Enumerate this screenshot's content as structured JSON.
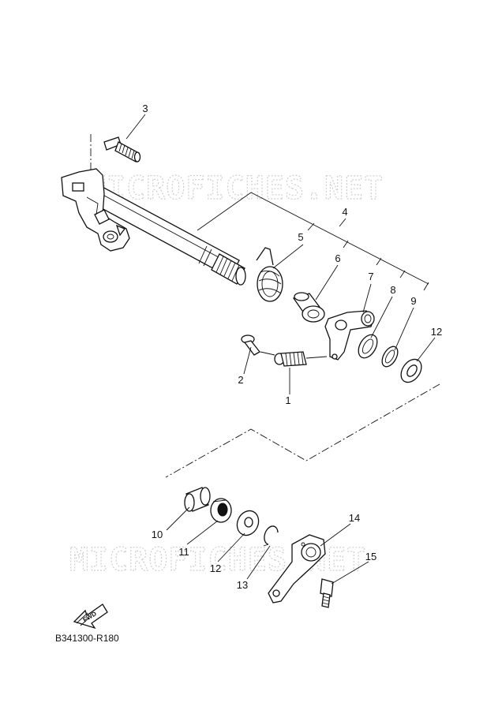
{
  "watermarks": [
    "MICROFICHES.NET",
    "MICROFICHES.NET"
  ],
  "callouts": [
    "1",
    "2",
    "3",
    "4",
    "5",
    "6",
    "7",
    "8",
    "9",
    "10",
    "11",
    "12",
    "12",
    "13",
    "14",
    "15"
  ],
  "fwd_label": "FWD",
  "diagram_code": "B341300-R180"
}
